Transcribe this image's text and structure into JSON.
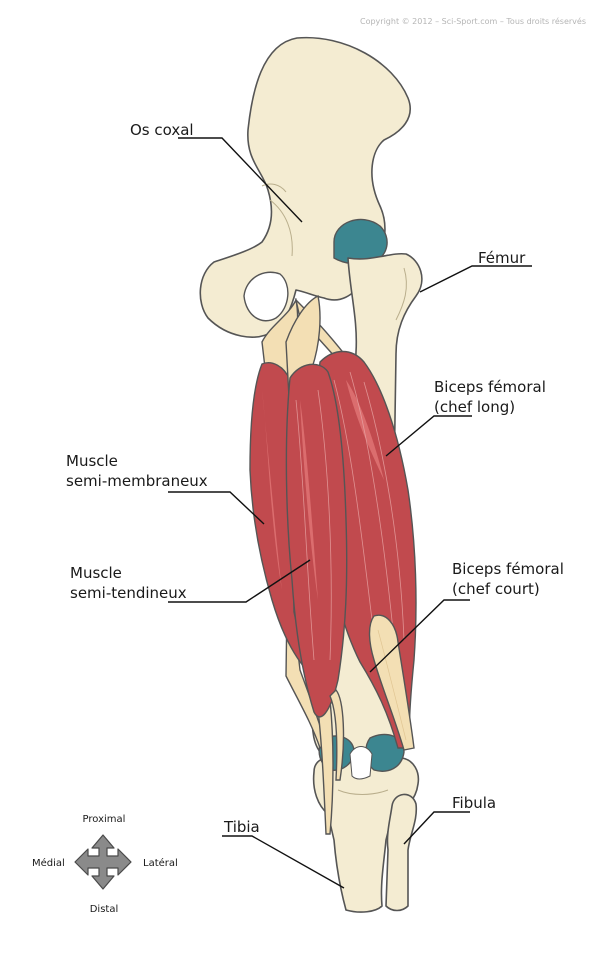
{
  "copyright": "Copyright © 2012 – Sci-Sport.com – Tous droits réservés",
  "labels": {
    "os_coxal": "Os coxal",
    "femur": "Fémur",
    "biceps_long": [
      "Biceps fémoral",
      "(chef long)"
    ],
    "semi_membraneux": [
      "Muscle",
      "semi-membraneux"
    ],
    "semi_tendineux": [
      "Muscle",
      "semi-tendineux"
    ],
    "biceps_court": [
      "Biceps fémoral",
      "(chef court)"
    ],
    "fibula": "Fibula",
    "tibia": "Tibia"
  },
  "compass": {
    "up": "Proximal",
    "down": "Distal",
    "left": "Médial",
    "right": "Latéral"
  },
  "colors": {
    "bone": "#f4ecd2",
    "cartilage": "#3c8690",
    "muscle": "#c14a4e",
    "tendon": "#f3dfb4"
  }
}
